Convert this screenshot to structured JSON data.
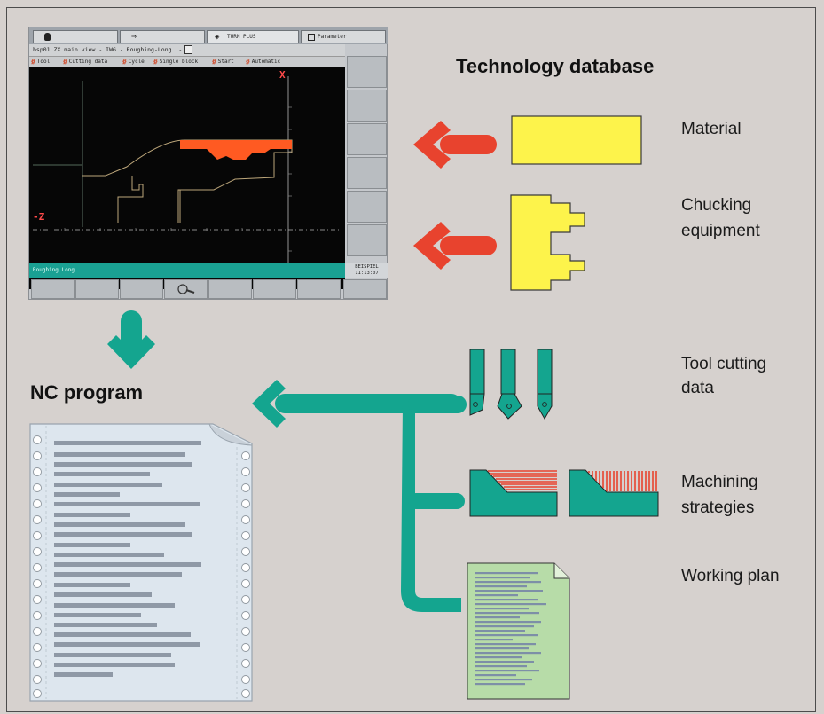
{
  "headings": {
    "technology_database": "Technology database",
    "nc_program": "NC program"
  },
  "labels": {
    "material": "Material",
    "chucking_line1": "Chucking",
    "chucking_line2": "equipment",
    "tool_line1": "Tool cutting",
    "tool_line2": "data",
    "machining_line1": "Machining",
    "machining_line2": "strategies",
    "working_plan": "Working plan"
  },
  "screen": {
    "tabs": [
      "",
      "",
      "TURN PLUS",
      "Parameter"
    ],
    "breadcrumb": "bsp01  ZX main view - IWG  - Roughing-Long.  -",
    "softkeys": [
      "Tool",
      "Cutting data",
      "Cycle",
      "Single block",
      "Start",
      "Automatic"
    ],
    "axis_x": "X",
    "axis_z": "-Z",
    "status": "Roughing Long.",
    "clock_line1": "BEISPIEL",
    "clock_line2": "11:13:07"
  },
  "colors": {
    "background": "#d6d1ce",
    "arrow_red": "#e8432e",
    "arrow_teal": "#14a58f",
    "yellow": "#fdf34b",
    "green_doc": "#b7dca8",
    "nc_paper": "#dde6ee",
    "teal_screen_bar": "#1aa193"
  }
}
